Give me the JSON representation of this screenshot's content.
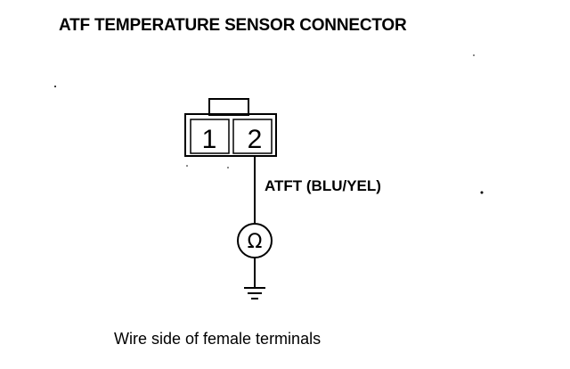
{
  "title": "ATF TEMPERATURE SENSOR CONNECTOR",
  "connector": {
    "pins": [
      "1",
      "2"
    ]
  },
  "wire_label": "ATFT (BLU/YEL)",
  "meter_symbol": "Ω",
  "caption": "Wire side of female terminals",
  "icons": {
    "meter": "ohmmeter-icon",
    "ground": "ground-icon"
  },
  "colors": {
    "line": "#000000",
    "background": "#ffffff"
  }
}
